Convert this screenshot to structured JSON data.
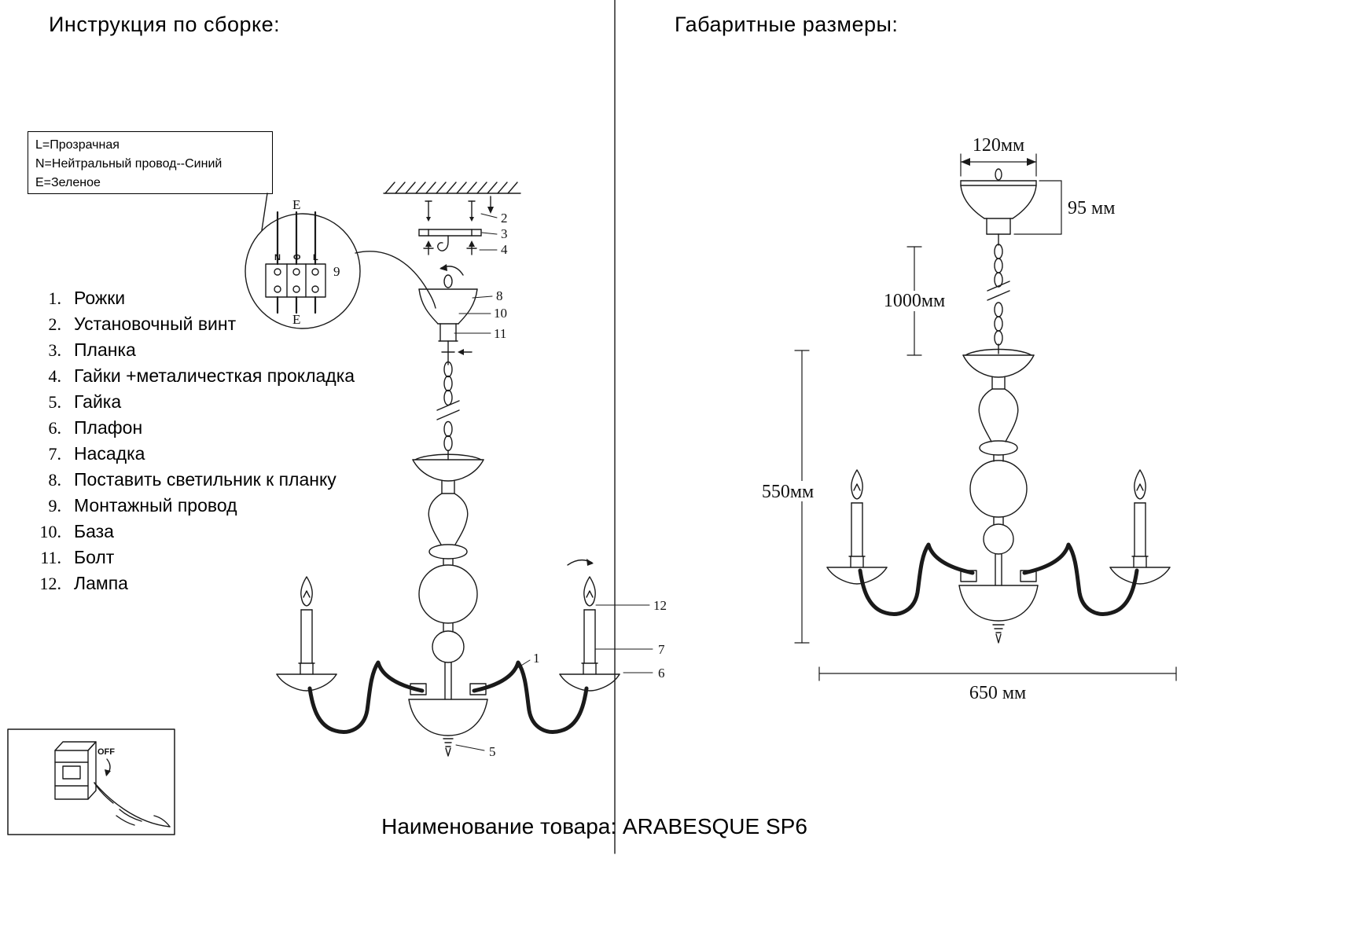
{
  "page": {
    "left_title": "Инструкция по сборке:",
    "right_title": "Габаритные размеры:",
    "footer": "Наименование товара: ARABESQUE SP6"
  },
  "colors": {
    "ink": "#1a1a1a"
  },
  "legend": {
    "line1": "L=Прозрачная",
    "line2": "N=Нейтральный провод--Синий",
    "line3": "E=Зеленое"
  },
  "parts": [
    {
      "num": "1.",
      "label": "Рожки"
    },
    {
      "num": "2.",
      "label": "Установочный винт"
    },
    {
      "num": "3.",
      "label": "Планка"
    },
    {
      "num": "4.",
      "label": "Гайки +металичесткая прокладка"
    },
    {
      "num": "5.",
      "label": "Гайка"
    },
    {
      "num": "6.",
      "label": "Плафон"
    },
    {
      "num": "7.",
      "label": "Насадка"
    },
    {
      "num": "8.",
      "label": "Поставить светильник к планку"
    },
    {
      "num": "9.",
      "label": "Монтажный провод"
    },
    {
      "num": "10.",
      "label": "База"
    },
    {
      "num": "11.",
      "label": "Болт"
    },
    {
      "num": "12.",
      "label": "Лампа"
    }
  ],
  "callouts": {
    "c1": "1",
    "c2": "2",
    "c3": "3",
    "c4": "4",
    "c5": "5",
    "c6": "6",
    "c7": "7",
    "c8": "8",
    "c9": "9",
    "c10": "10",
    "c11": "11",
    "c12": "12"
  },
  "terminal": {
    "n": "N",
    "c": "Ф",
    "l": "L",
    "e_top": "E",
    "e_bottom": "E"
  },
  "switch": {
    "label": "OFF"
  },
  "dims": {
    "width_top": "120мм",
    "canopy_h": "95 мм",
    "chain": "1000мм",
    "body_h": "550мм",
    "overall_w": "650 мм"
  }
}
